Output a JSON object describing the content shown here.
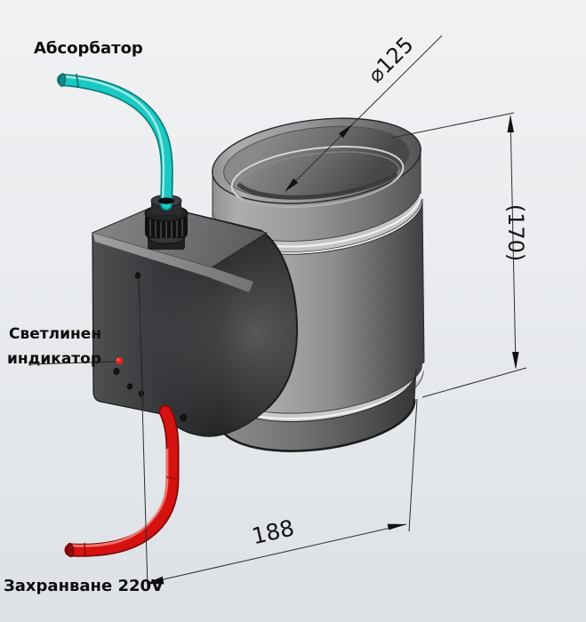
{
  "drawing": {
    "labels": {
      "absorber": "Абсорбатор",
      "light_indicator": [
        "Светлинен",
        "индикатор"
      ],
      "power_supply": "Захранване 220V"
    },
    "dimensions": {
      "diameter": "⌀125",
      "height": "(170)",
      "width": "188"
    },
    "colors": {
      "absorber_cable": "#1ac9c2",
      "power_cable": "#d61210",
      "led_indicator": "#ff1f12",
      "duct_gray": "#9a9c9e",
      "actuator_dark": "#2e3032",
      "annotation": "#1a1a1a",
      "background_top": "#f1f2f4",
      "background_bottom": "#dde1e6"
    }
  }
}
